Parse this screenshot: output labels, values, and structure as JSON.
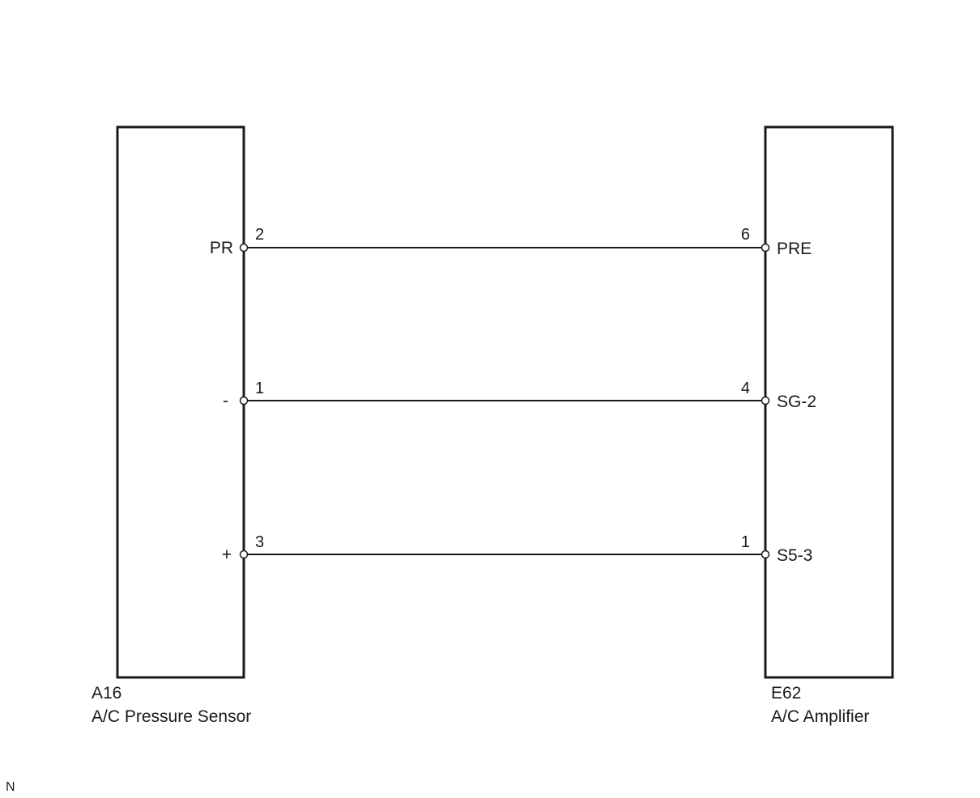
{
  "components": {
    "left": {
      "code": "A16",
      "name": "A/C Pressure Sensor"
    },
    "right": {
      "code": "E62",
      "name": "A/C Amplifier"
    }
  },
  "connections": [
    {
      "left_pin": "2",
      "left_label": "PR",
      "right_pin": "6",
      "right_label": "PRE"
    },
    {
      "left_pin": "1",
      "left_label": "-",
      "right_pin": "4",
      "right_label": "SG-2"
    },
    {
      "left_pin": "3",
      "left_label": "+",
      "right_pin": "1",
      "right_label": "S5-3"
    }
  ],
  "corner_note": "N",
  "colors": {
    "line": "#1a1a1a",
    "background": "#ffffff"
  }
}
